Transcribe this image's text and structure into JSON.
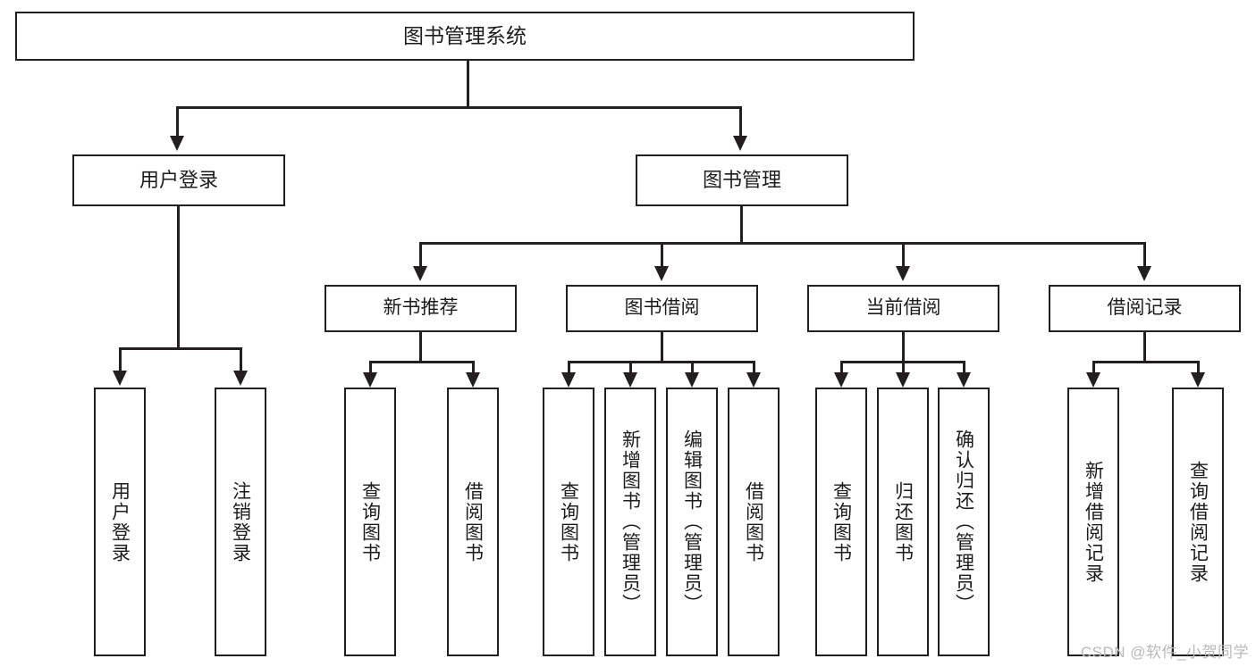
{
  "diagram": {
    "title": "图书管理系统",
    "type": "tree-hierarchy",
    "root": {
      "label": "图书管理系统"
    },
    "level1": [
      {
        "label": "用户登录"
      },
      {
        "label": "图书管理"
      }
    ],
    "level2": [
      {
        "label": "新书推荐"
      },
      {
        "label": "图书借阅"
      },
      {
        "label": "当前借阅"
      },
      {
        "label": "借阅记录"
      }
    ],
    "leaves": {
      "user_login": [
        {
          "label": "用户登录"
        },
        {
          "label": "注销登录"
        }
      ],
      "new_book_recommend": [
        {
          "label": "查询图书"
        },
        {
          "label": "借阅图书"
        }
      ],
      "book_borrow": [
        {
          "label": "查询图书"
        },
        {
          "label": "新增图书（管理员）"
        },
        {
          "label": "编辑图书（管理员）"
        },
        {
          "label": "借阅图书"
        }
      ],
      "current_borrow": [
        {
          "label": "查询图书"
        },
        {
          "label": "归还图书"
        },
        {
          "label": "确认归还（管理员）"
        }
      ],
      "borrow_record": [
        {
          "label": "新增借阅记录"
        },
        {
          "label": "查询借阅记录"
        }
      ]
    }
  },
  "watermark": {
    "text": "CSDN @软件_小贺同学"
  },
  "colors": {
    "stroke": "#231f20",
    "background": "#ffffff",
    "text": "#1c1c1c",
    "watermark": "#b9b9b9"
  }
}
